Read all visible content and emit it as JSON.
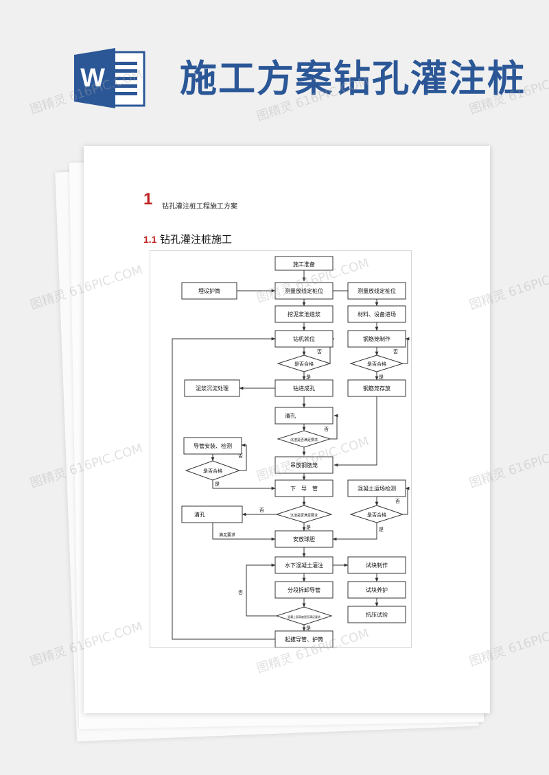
{
  "banner": {
    "title": "施工方案钻孔灌注桩",
    "logo_letter": "W"
  },
  "document": {
    "h1_number": "1",
    "h1_title": "钻孔灌注桩工程施工方案",
    "h2_number": "1.1",
    "h2_title": "钻孔灌注桩施工"
  },
  "flowchart": {
    "nodes": {
      "prep": "施工准备",
      "survey_main": "测量放线定桩位",
      "casing": "埋设护筒",
      "survey_right": "测量放线定桩位",
      "mud_pit": "挖泥浆池造浆",
      "materials": "材料、设备进场",
      "rig_pos": "钻机就位",
      "cage_make": "钢筋笼制作",
      "check1": "是否合格",
      "check2": "是否合格",
      "mud_treat": "泥浆沉淀处理",
      "drill": "钻进成孔",
      "cage_store": "钢筋笼存放",
      "clean1": "清孔",
      "check3": "沉渣是否满足要求",
      "pipe_install": "导管安装、检测",
      "check4": "是否合格",
      "hoist_cage": "吊放钢筋笼",
      "lower_pipe": "下　导　管",
      "concrete_test": "混凝土运场检测",
      "clean2": "清孔",
      "check5": "沉渣是否满足要求",
      "check6": "是否合格",
      "install_plug": "安放球胆",
      "pour": "水下混凝土灌注",
      "specimen_make": "试块制作",
      "remove_pipe": "分段拆卸导管",
      "specimen_cure": "试块养护",
      "check7": "混凝土面高度是否满足要求",
      "compress_test": "抗压试验",
      "pull_casing": "起拔导管、护筒"
    },
    "edge_labels": {
      "no": "否",
      "yes": "是",
      "meets": "满足要求"
    }
  },
  "watermark": {
    "text": "图精灵 616PIC.COM"
  }
}
